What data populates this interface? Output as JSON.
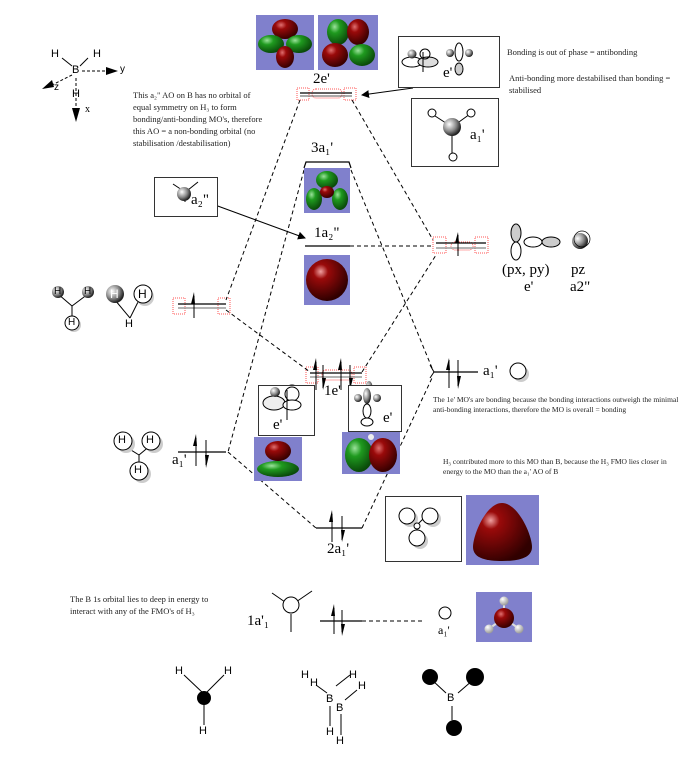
{
  "axes": {
    "atoms": {
      "h1": "H",
      "h2": "H",
      "b": "B",
      "h3": "H"
    },
    "labels": {
      "x": "x",
      "y": "y",
      "z": "z"
    }
  },
  "notes": {
    "a2_nonbonding": "This a₂\" AO on B has no orbital of equal symmetry on H₃ to form bonding/anti-bonding MO's, therefore this AO = a non-bonding orbital (no stabilisation /destabilisation)",
    "out_of_phase": "Bonding is out of phase = antibonding",
    "anti_more_destab": "Anti-bonding more destabilised than bonding = stabilised",
    "le_bonding": "The 1e' MO's are bonding because the bonding interactions outweigh the minimal anti-bonding interactions, therefore the MO is overall = bonding",
    "h3_contrib": "H₃ contributed more to this MO than B, because the H₃ FMO lies closer in energy to the MO than the a₁' AO of B",
    "b1s_deep": "The B 1s orbital lies to deep in energy to interact with any of the FMO's of H₃"
  },
  "mo_levels": {
    "2e": "2e'",
    "3a1": "3a₁'",
    "1a2": "1a₂\"",
    "1e": "1e'",
    "2a1": "2a₁'",
    "1a1": "1a'₁"
  },
  "fragment_labels": {
    "b_a1": "a₁'",
    "b_pxpy": "(px, py)",
    "b_e": "e'",
    "b_pz": "pz",
    "b_a2": "a2\"",
    "h3_a1": "a₁'",
    "b_1s_a1": "a₁'"
  },
  "box_labels": {
    "e_prime_top": "e'",
    "a1_box": "a₁'",
    "a2_box": "a₂\"",
    "e_left": "e'",
    "e_right": "e'"
  },
  "molecules": {
    "h": "H",
    "b": "B"
  },
  "colors": {
    "mo_background": "#8080cc",
    "lobe_red": "#8b0000",
    "lobe_green": "#1f8a1f",
    "degeneracy_marker": "#ff5555"
  }
}
